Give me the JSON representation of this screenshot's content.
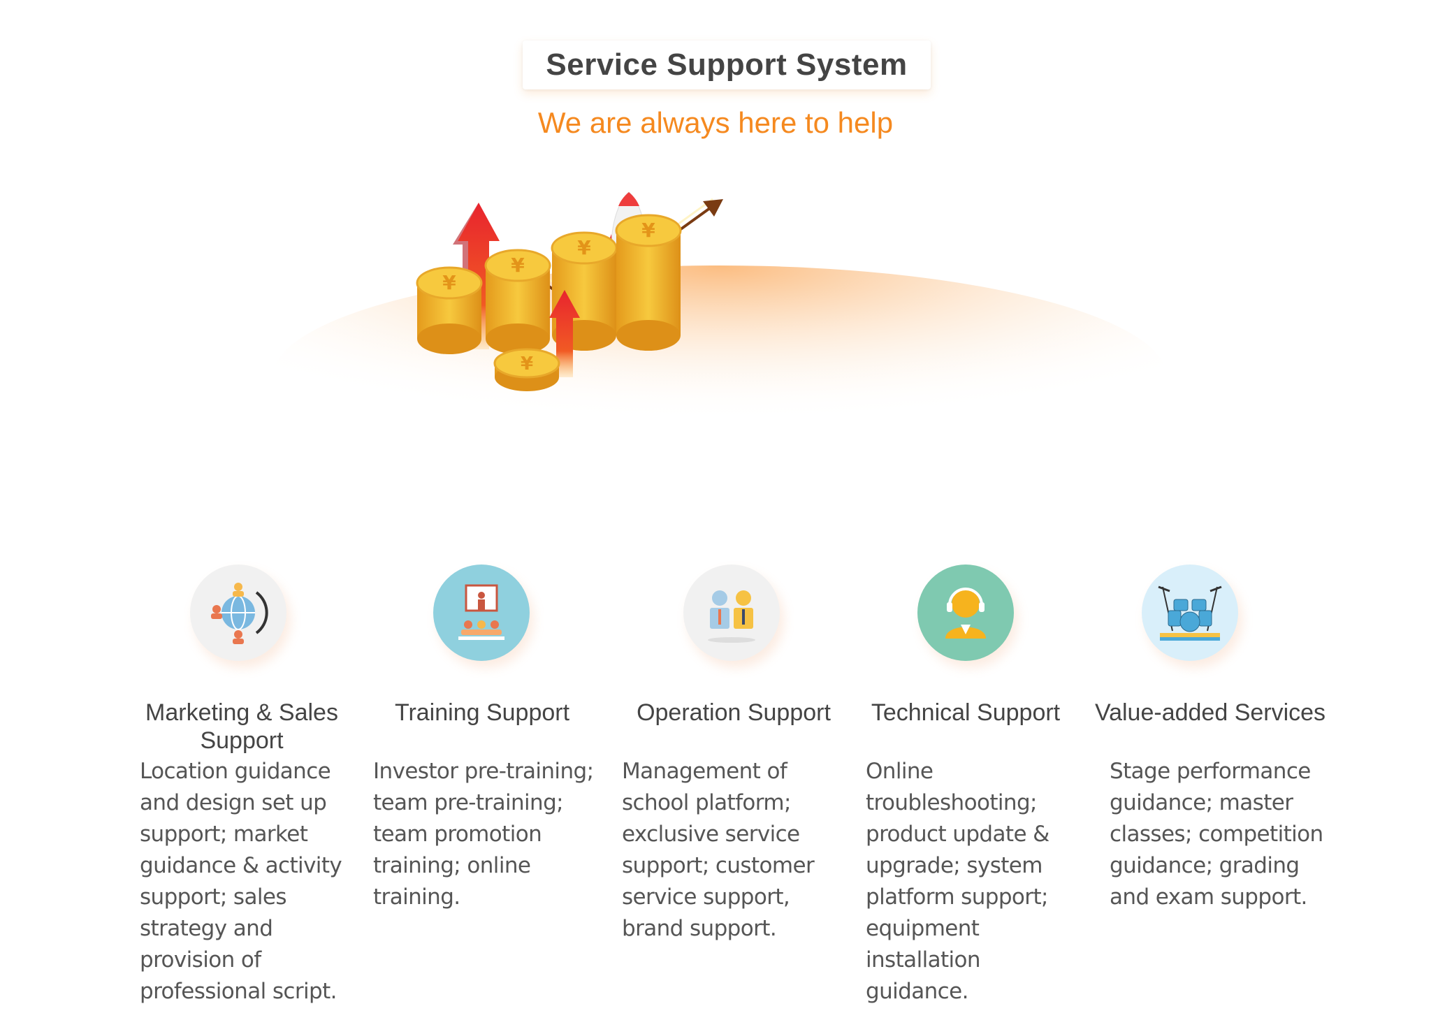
{
  "header": {
    "title": "Service Support System",
    "subtitle": "We are always here to help"
  },
  "hero": {
    "description_icon": "coin-stacks-rocket-growth-illustration",
    "coin_symbol": "¥"
  },
  "colors": {
    "accent_orange": "#f5891f",
    "coin_gold": "#f7c93e",
    "arrow_red": "#e8242e",
    "title_text": "#444444"
  },
  "services": [
    {
      "icon": "globe-people-icon",
      "title": "Marketing & Sales Support",
      "description": "Location guidance and design set up support; market guidance & activity support; sales strategy and provision of professional script."
    },
    {
      "icon": "presentation-training-icon",
      "title": "Training Support",
      "description": "Investor pre-training; team pre-training; team promotion training; online training."
    },
    {
      "icon": "business-partners-icon",
      "title": "Operation Support",
      "description": "Management of school platform; exclusive service support; customer service support, brand support."
    },
    {
      "icon": "headset-agent-icon",
      "title": "Technical Support",
      "description": "Online troubleshooting; product update & upgrade; system platform support; equipment installation guidance."
    },
    {
      "icon": "drum-kit-icon",
      "title": "Value-added Services",
      "description": "Stage performance guidance; master classes; competition guidance; grading and exam support."
    }
  ]
}
